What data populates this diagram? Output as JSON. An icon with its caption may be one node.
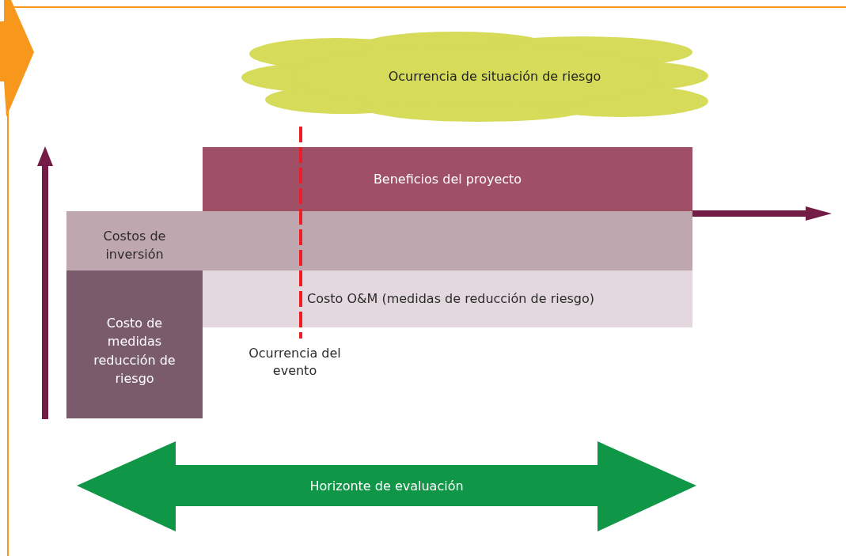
{
  "diagram": {
    "nodes": [
      {
        "text": [
          "Ocurrencia de situación de riesgo"
        ]
      },
      {
        "text": [
          "Beneficios del proyecto"
        ]
      },
      {
        "text": [
          "Costos de inversión"
        ]
      },
      {
        "text": [
          "Costo O&M (medidas de reducción de riesgo)"
        ]
      },
      {
        "text": [
          "Costo de medidas reducción de riesgo"
        ]
      },
      {
        "text": [
          "Horizonte de evaluación"
        ]
      }
    ],
    "labels": [
      "Ocurrencia del evento"
    ]
  }
}
